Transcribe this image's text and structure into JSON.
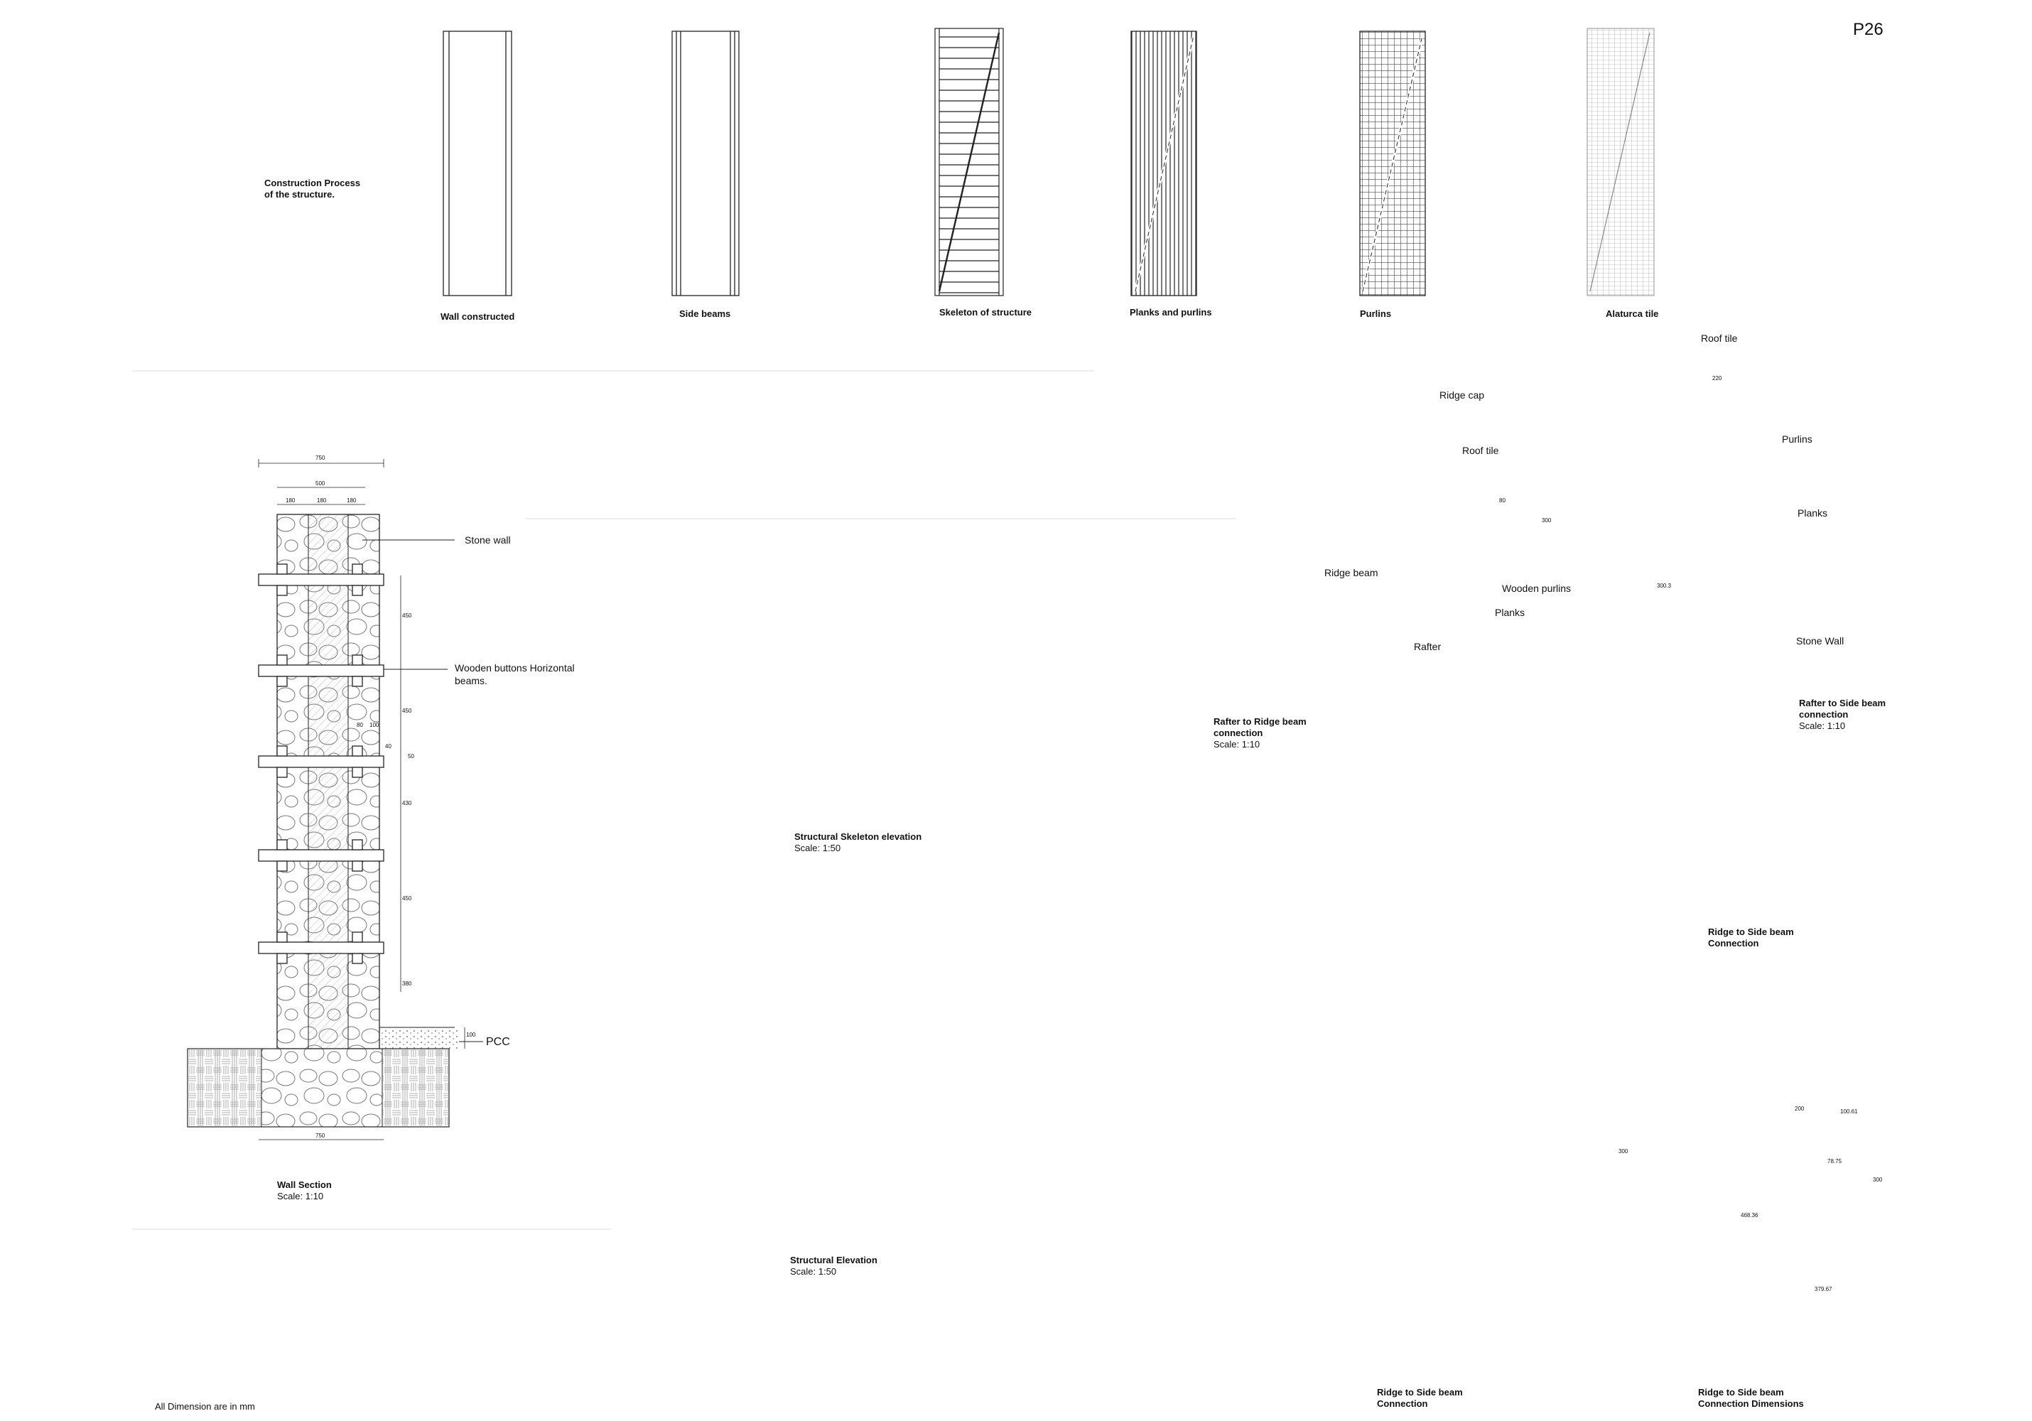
{
  "page": {
    "number": "P26",
    "note": "All Dimension are in mm"
  },
  "construction_process": {
    "title_line1": "Construction Process",
    "title_line2": "of the structure.",
    "steps": [
      "Wall constructed",
      "Side beams",
      "Skeleton of structure",
      "Planks and purlins",
      "Purlins",
      "Alaturca tile"
    ]
  },
  "wall_section": {
    "title": "Wall Section",
    "scale": "Scale: 1:10",
    "labels": {
      "stone_wall": "Stone wall",
      "beams_line1": "Wooden buttons Horizontal",
      "beams_line2": "beams.",
      "pcc": "PCC"
    },
    "dims": {
      "overall": "750",
      "inner": "500",
      "p1": "180",
      "p2": "180",
      "p3": "180",
      "bottom": "750",
      "v1": "450",
      "v2": "450",
      "v3": "430",
      "v4": "450",
      "v5": "380",
      "small1": "80",
      "small2": "100",
      "small3": "40",
      "small4": "50",
      "pcc": "100"
    }
  },
  "skeleton_elevation": {
    "title": "Structural Skeleton elevation",
    "scale": "Scale: 1:50"
  },
  "structural_elevation": {
    "title": "Structural Elevation",
    "scale": "Scale: 1:50"
  },
  "ridge_connection": {
    "title_line1": "Rafter to Ridge beam",
    "title_line2": "connection",
    "scale": "Scale: 1:10",
    "labels": {
      "ridge_cap": "Ridge cap",
      "roof_tile": "Roof tile",
      "ridge_beam": "Ridge beam",
      "wooden_purlins": "Wooden purlins",
      "planks": "Planks",
      "rafter": "Rafter"
    },
    "dims": {
      "d1": "80",
      "d2": "300"
    }
  },
  "side_beam_connection": {
    "title_line1": "Rafter to Side beam",
    "title_line2": "connection",
    "scale": "Scale: 1:10",
    "labels": {
      "roof_tile": "Roof tile",
      "purlins": "Purlins",
      "planks": "Planks",
      "stone_wall": "Stone Wall"
    },
    "dims": {
      "d1": "220",
      "d2": "300.3"
    }
  },
  "iso_main": {
    "title_line1": "Ridge to Side beam",
    "title_line2": "Connection"
  },
  "iso_detail": {
    "title_line1": "Ridge to Side beam",
    "title_line2": "Connection"
  },
  "iso_dims": {
    "title_line1": "Ridge to Side beam",
    "title_line2": "Connection Dimensions",
    "dims": {
      "a": "300",
      "b": "200",
      "c": "100.61",
      "d": "78.75",
      "e": "300",
      "f": "468.36",
      "g": "379.67"
    }
  },
  "colors": {
    "ink": "#1a1a1a",
    "hatch": "#555555",
    "light": "#9a9a9a",
    "separator": "#dddddd"
  }
}
